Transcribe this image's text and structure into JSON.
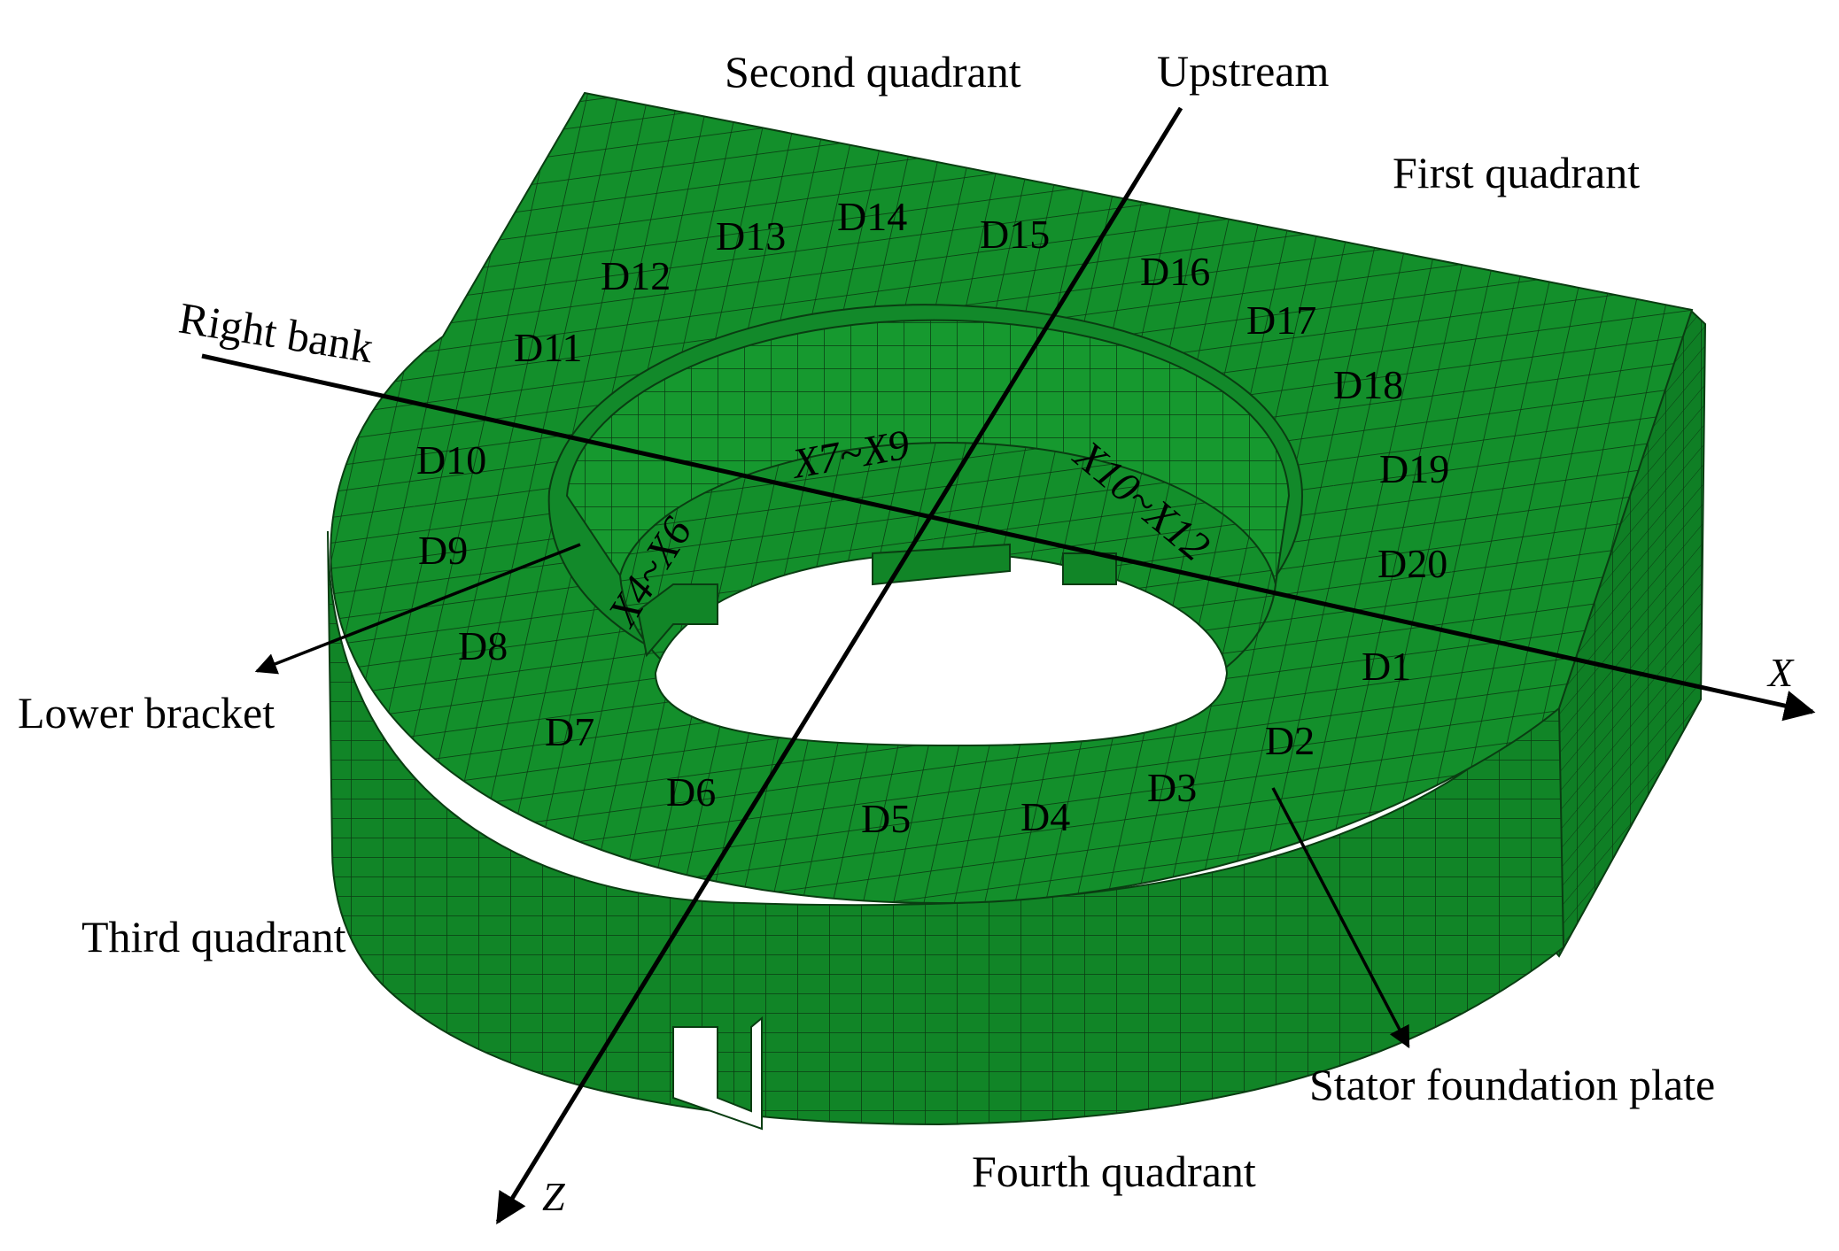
{
  "colors": {
    "mesh_face": "#138F2B",
    "mesh_face_dark": "#0D7A22",
    "mesh_face_light": "#1AA334",
    "mesh_line": "#0A3D12",
    "axis": "#000000",
    "background": "#FFFFFF"
  },
  "quadrants": {
    "first": "First quadrant",
    "second": "Second quadrant",
    "third": "Third quadrant",
    "fourth": "Fourth quadrant"
  },
  "axes": {
    "upstream": "Upstream",
    "right_bank": "Right bank",
    "x": "X",
    "z": "Z"
  },
  "components": {
    "lower_bracket": "Lower bracket",
    "stator_foundation_plate": "Stator foundation plate"
  },
  "points": [
    "D1",
    "D2",
    "D3",
    "D4",
    "D5",
    "D6",
    "D7",
    "D8",
    "D9",
    "D10",
    "D11",
    "D12",
    "D13",
    "D14",
    "D15",
    "D16",
    "D17",
    "D18",
    "D19",
    "D20"
  ],
  "groups": [
    "X4~X6",
    "X7~X9",
    "X10~X12"
  ]
}
